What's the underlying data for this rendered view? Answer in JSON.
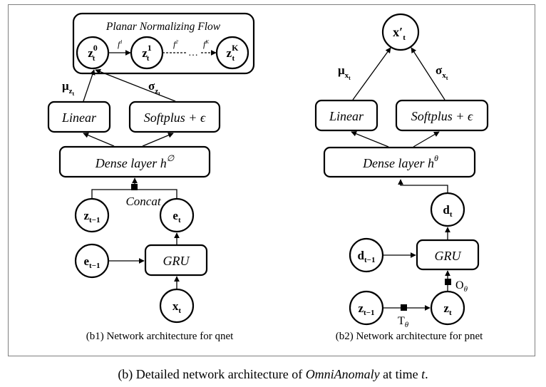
{
  "qnet": {
    "flow_title": "Planar Normalizing Flow",
    "z0": {
      "base": "z",
      "sup": "0",
      "sub": "t"
    },
    "z1": {
      "base": "z",
      "sup": "1",
      "sub": "t"
    },
    "zK": {
      "base": "z",
      "sup": "K",
      "sub": "t"
    },
    "f1": {
      "base": "f",
      "sup": "1"
    },
    "f2": {
      "base": "f",
      "sup": "2"
    },
    "fK": {
      "base": "f",
      "sup": "K"
    },
    "dots": "…",
    "mu": {
      "base": "μ",
      "sub": "z",
      "subsub": "t"
    },
    "sigma": {
      "base": "σ",
      "sub": "z",
      "subsub": "t"
    },
    "linear": "Linear",
    "softplus": "Softplus + ϵ",
    "dense": {
      "text": "Dense layer h",
      "sup": "∅"
    },
    "concat": "Concat",
    "z_prev": {
      "base": "z",
      "sub": "t−1"
    },
    "e_t": {
      "base": "e",
      "sub": "t"
    },
    "e_prev": {
      "base": "e",
      "sub": "t−1"
    },
    "gru": "GRU",
    "x_t": {
      "base": "x",
      "sub": "t"
    },
    "caption": "(b1) Network architecture  for qnet"
  },
  "pnet": {
    "x_prime": {
      "base": "x′",
      "sub": "t"
    },
    "mu": {
      "base": "μ",
      "sub": "x",
      "subsub": "t"
    },
    "sigma": {
      "base": "σ",
      "sub": "x",
      "subsub": "t"
    },
    "linear": "Linear",
    "softplus": "Softplus + ϵ",
    "dense": {
      "text": "Dense layer h",
      "sup": "θ"
    },
    "d_t": {
      "base": "d",
      "sub": "t"
    },
    "d_prev": {
      "base": "d",
      "sub": "t−1"
    },
    "gru": "GRU",
    "o_theta": {
      "base": "O",
      "sub": "θ"
    },
    "t_theta": {
      "base": "T",
      "sub": "θ"
    },
    "z_prev": {
      "base": "z",
      "sub": "t−1"
    },
    "z_t": {
      "base": "z",
      "sub": "t"
    },
    "caption": "(b2) Network architecture  for pnet"
  },
  "figure_caption": {
    "prefix": "(b)  Detailed network architecture of ",
    "name": "OmniAnomaly",
    "middle": " at time ",
    "var": "t",
    "suffix": "."
  }
}
